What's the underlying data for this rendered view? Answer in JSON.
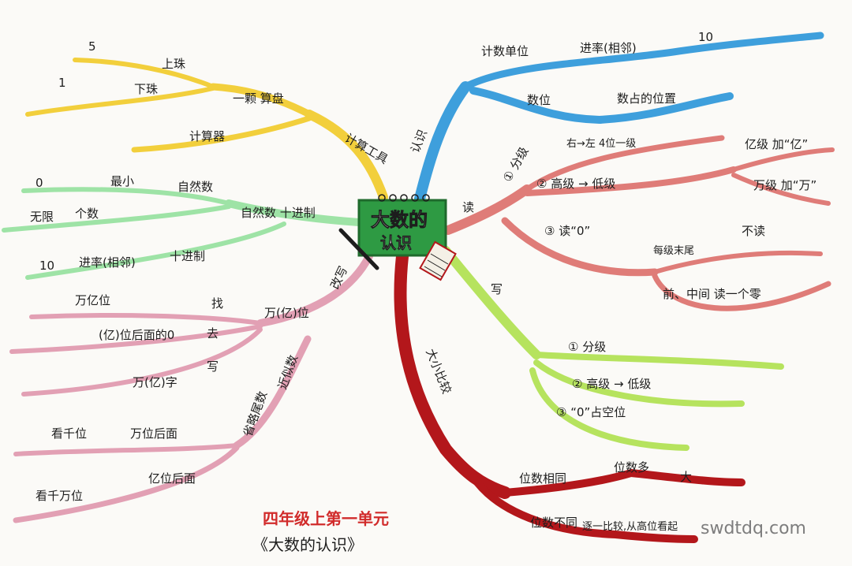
{
  "center": {
    "line1": "大数的",
    "line2": "认识"
  },
  "colors": {
    "yellow": "#f2cf3c",
    "green_l": "#9ee3a6",
    "pink": "#e2a0b4",
    "darkred": "#b3171b",
    "lime": "#b6e35e",
    "salmon": "#df7c78",
    "blue": "#3e9fdc",
    "center_fill": "#2e9a43",
    "center_border": "#1f6a2c",
    "title_red": "#d12b2b",
    "title_green": "#2f9a3a"
  },
  "yellow": {
    "tool": "计算工具",
    "abacus": "一颗 算盘",
    "upper": "上珠",
    "lower": "下珠",
    "five": "5",
    "one": "1",
    "calc": "计算器"
  },
  "natural": {
    "main": "自然数 十进制",
    "zero": "0",
    "min": "最小",
    "natural_num": "自然数",
    "infinite": "无限",
    "count": "个数",
    "ten": "10",
    "rate": "进率(相邻)",
    "decimal": "十进制"
  },
  "approx": {
    "main": "改写",
    "wan_yi_digit": "万(亿)位",
    "find": "找",
    "wan_yi_pos": "万亿位",
    "drop": "去",
    "after_zero": "(亿)位后面的0",
    "write": "写",
    "wan_yi_char": "万(亿)字"
  },
  "near": {
    "main": "近似数",
    "omit": "省略尾数",
    "look_wan": "看千位",
    "after_wan": "万位后面",
    "look_qian": "看千万位",
    "after_yi": "亿位后面"
  },
  "compare": {
    "main": "大小比较",
    "same": "位数相同",
    "more_big": "位数多",
    "big": "大",
    "diff": "位数不同",
    "one_by_one": "逐一比较,从高位看起"
  },
  "write": {
    "main": "写",
    "s1": "① 分级",
    "s2": "② 高级 → 低级",
    "s3": "③ “0”占空位"
  },
  "read": {
    "main": "读",
    "s1": "① 分级",
    "s1a": "右→左 4位一级",
    "s2": "② 高级 → 低级",
    "yi": "亿级 加“亿”",
    "wan": "万级 加“万”",
    "s3": "③ 读“0”",
    "end": "每级末尾",
    "no": "不读",
    "mid": "前、中间 读一个零"
  },
  "know": {
    "main": "认识",
    "unit": "计数单位",
    "rate": "进率(相邻)",
    "ten": "10",
    "digit": "数位",
    "pos": "数占的位置"
  },
  "footer": {
    "line1": "四年级上第一单元",
    "line2": "《大数的认识》",
    "watermark": "swdtdq.com"
  }
}
